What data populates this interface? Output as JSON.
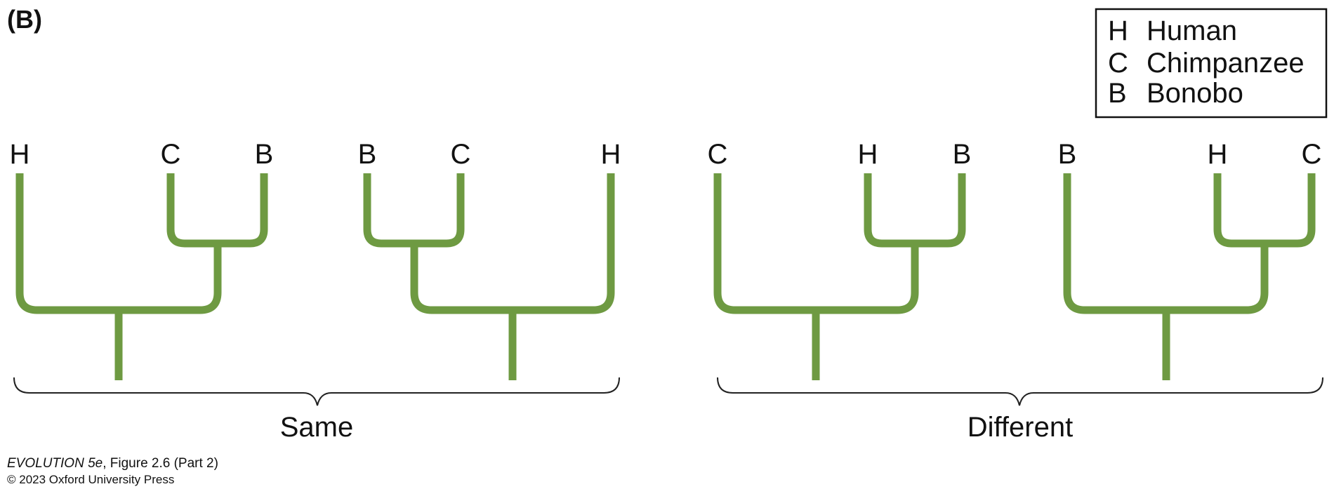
{
  "panel_label": "(B)",
  "legend": {
    "items": [
      {
        "abbr": "H",
        "name": "Human"
      },
      {
        "abbr": "C",
        "name": "Chimpanzee"
      },
      {
        "abbr": "B",
        "name": "Bonobo"
      }
    ]
  },
  "trees": [
    {
      "tips": [
        "H",
        "C",
        "B"
      ]
    },
    {
      "tips": [
        "B",
        "C",
        "H"
      ]
    },
    {
      "tips": [
        "C",
        "H",
        "B"
      ]
    },
    {
      "tips": [
        "B",
        "H",
        "C"
      ]
    }
  ],
  "groups": [
    {
      "label": "Same"
    },
    {
      "label": "Different"
    }
  ],
  "credit": {
    "book": "EVOLUTION 5e",
    "figure": ", Figure 2.6 (Part 2)",
    "copyright": "© 2023 Oxford University Press"
  },
  "colors": {
    "branch": "#6e9a42",
    "text": "#111111"
  }
}
